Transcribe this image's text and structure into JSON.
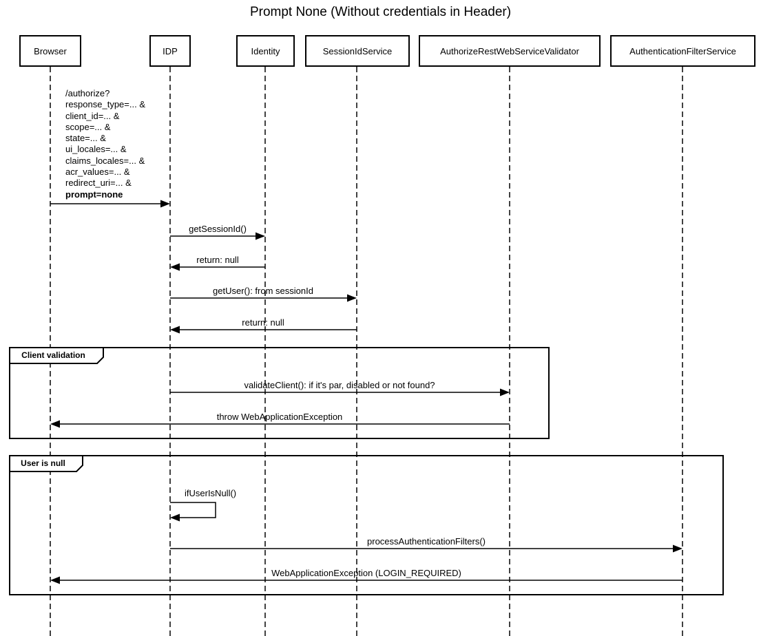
{
  "title": "Prompt None (Without credentials in Header)",
  "participants": [
    {
      "label": "Browser"
    },
    {
      "label": "IDP"
    },
    {
      "label": "Identity"
    },
    {
      "label": "SessionIdService"
    },
    {
      "label": "AuthorizeRestWebServiceValidator"
    },
    {
      "label": "AuthenticationFilterService"
    }
  ],
  "frames": {
    "client_validation": {
      "label": "Client validation"
    },
    "user_is_null": {
      "label": "User is null"
    }
  },
  "messages": {
    "authorize_request": {
      "lines": "/authorize?\nresponse_type=... &\nclient_id=... &\nscope=... &\nstate=... &\nui_locales=... &\nclaims_locales=... &\nacr_values=... &\nredirect_uri=... &",
      "bold_line": "prompt=none"
    },
    "get_session_id": {
      "label": "getSessionId()"
    },
    "return_null_1": {
      "label": "return: null"
    },
    "get_user": {
      "label": "getUser(): from sessionId"
    },
    "return_null_2": {
      "label": "return: null"
    },
    "validate_client": {
      "label": "validateClient(): if it's par, disabled or not found?"
    },
    "throw_exception": {
      "label": "throw WebApplicationException"
    },
    "if_user_is_null": {
      "label": "ifUserIsNull()"
    },
    "process_auth_filters": {
      "label": "processAuthenticationFilters()"
    },
    "login_required_exception": {
      "label": "WebApplicationException (LOGIN_REQUIRED)"
    }
  },
  "colors": {
    "line": "#000000",
    "background": "#ffffff"
  }
}
